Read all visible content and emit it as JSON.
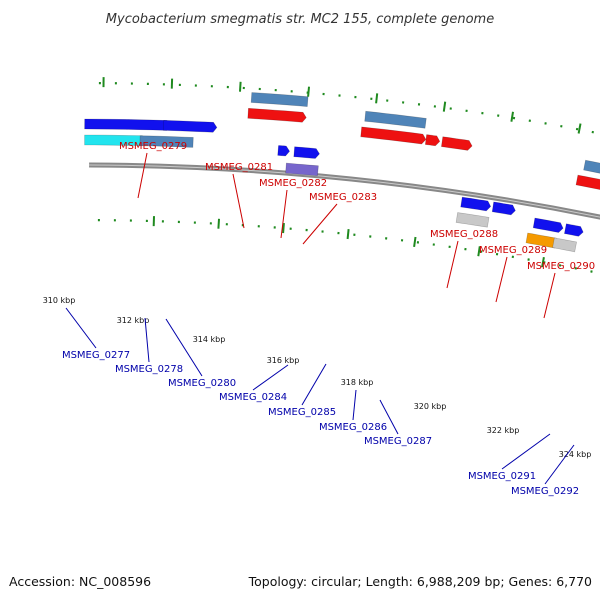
{
  "title": "Mycobacterium smegmatis str. MC2 155, complete genome",
  "footer": {
    "accession": "Accession: NC_008596",
    "summary": "Topology: circular; Length: 6,988,209 bp; Genes: 6,770"
  },
  "colors": {
    "backbone": "#888888",
    "forward_label": "#cc0000",
    "reverse_label": "#0000aa",
    "tick": "#1f8a1f",
    "cds_forward": "#ee1111",
    "cds_reverse": "#1111ee",
    "gene_forward": "#4f84b8",
    "gene_reverse": "#4f84b8",
    "other": "#7766cc",
    "misc_light": "#c8c8c8",
    "misc_cyan": "#22e4ee",
    "misc_orange": "#f59a00",
    "misc_navy": "#08086e"
  },
  "ticks": [
    "310 kbp",
    "312 kbp",
    "314 kbp",
    "316 kbp",
    "318 kbp",
    "320 kbp",
    "322 kbp",
    "324 kbp"
  ],
  "genes_top": [
    "MSMEG_0279",
    "MSMEG_0281",
    "MSMEG_0282",
    "MSMEG_0283",
    "MSMEG_0288",
    "MSMEG_0289",
    "MSMEG_0290"
  ],
  "genes_bottom": [
    "MSMEG_0277",
    "MSMEG_0278",
    "MSMEG_0280",
    "MSMEG_0284",
    "MSMEG_0285",
    "MSMEG_0286",
    "MSMEG_0287",
    "MSMEG_0291",
    "MSMEG_0292"
  ]
}
